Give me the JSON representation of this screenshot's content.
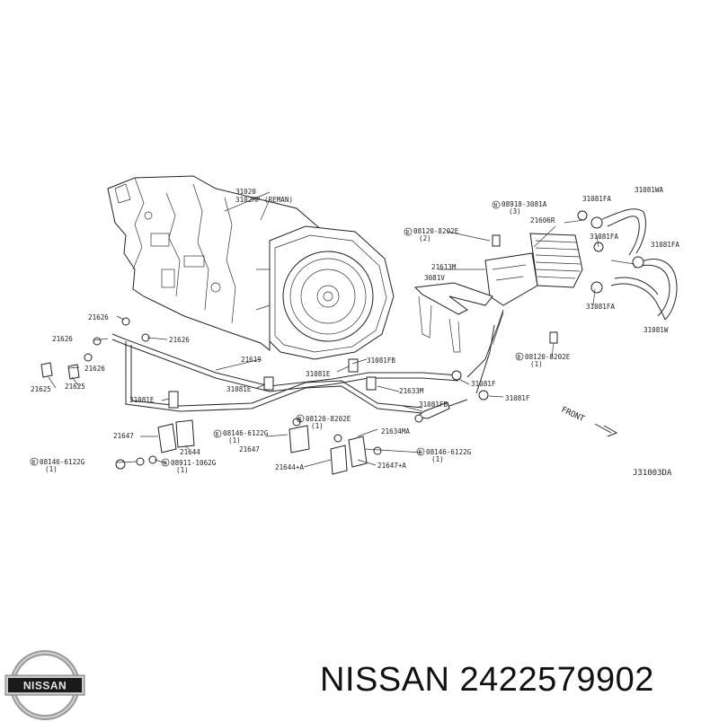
{
  "diagram": {
    "code": "J31003DA",
    "front_label": "FRONT",
    "labels": [
      {
        "id": "transmission",
        "text": "31020",
        "sub": "3102MP (REMAN)"
      },
      {
        "id": "c31081wa",
        "text": "31081WA"
      },
      {
        "id": "c31081fa_a",
        "text": "31081FA"
      },
      {
        "id": "c08918",
        "text": "08918-3081A",
        "sub": "(3)"
      },
      {
        "id": "c21606r",
        "text": "21606R"
      },
      {
        "id": "c08120_top",
        "text": "08120-8202E",
        "sub": "(2)"
      },
      {
        "id": "c31081fa_b",
        "text": "31081FA"
      },
      {
        "id": "c31081fa_c",
        "text": "31081FA"
      },
      {
        "id": "c21613m",
        "text": "21613M"
      },
      {
        "id": "c3081v",
        "text": "3081V"
      },
      {
        "id": "c31081fa_d",
        "text": "31081FA"
      },
      {
        "id": "c31081w",
        "text": "31081W"
      },
      {
        "id": "c21626_a",
        "text": "21626"
      },
      {
        "id": "c21626_b",
        "text": "21626"
      },
      {
        "id": "c21626_c",
        "text": "21626"
      },
      {
        "id": "c08120_mid",
        "text": "08120-8202E",
        "sub": "(1)"
      },
      {
        "id": "c21619",
        "text": "21619"
      },
      {
        "id": "c21626_d",
        "text": "21626"
      },
      {
        "id": "c31081fb_a",
        "text": "31081FB"
      },
      {
        "id": "c31081e_a",
        "text": "31081E"
      },
      {
        "id": "c21625_a",
        "text": "21625"
      },
      {
        "id": "c21625_b",
        "text": "21625"
      },
      {
        "id": "c31081e_b",
        "text": "31081E"
      },
      {
        "id": "c21633m",
        "text": "21633M"
      },
      {
        "id": "c31081f_a",
        "text": "31081F"
      },
      {
        "id": "c31081f_b",
        "text": "31081F"
      },
      {
        "id": "c31081e_c",
        "text": "31081E"
      },
      {
        "id": "c31081fb_b",
        "text": "31081FB"
      },
      {
        "id": "c08120_low",
        "text": "08120-8202E",
        "sub": "(1)"
      },
      {
        "id": "c21647_a",
        "text": "21647"
      },
      {
        "id": "c08146_a",
        "text": "08146-6122G",
        "sub": "(1)"
      },
      {
        "id": "c21634ma",
        "text": "21634MA"
      },
      {
        "id": "c21644",
        "text": "21644"
      },
      {
        "id": "c21647_b",
        "text": "21647"
      },
      {
        "id": "c08146_b",
        "text": "08146-6122G",
        "sub": "(1)"
      },
      {
        "id": "c08146_c",
        "text": "08146-6122G",
        "sub": "(1)"
      },
      {
        "id": "c08911",
        "text": "08911-1062G",
        "sub": "(1)"
      },
      {
        "id": "c21644a",
        "text": "21644+A"
      },
      {
        "id": "c21647a",
        "text": "21647+A"
      }
    ]
  },
  "brand": {
    "logo_text": "NISSAN",
    "caption": "NISSAN 2422579902"
  }
}
